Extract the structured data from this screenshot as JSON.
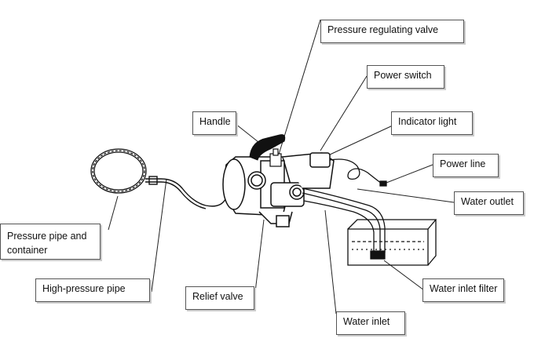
{
  "labels": {
    "pressure_regulating_valve": "Pressure regulating valve",
    "power_switch": "Power switch",
    "handle": "Handle",
    "indicator_light": "Indicator light",
    "power_line": "Power line",
    "water_outlet": "Water outlet",
    "pressure_pipe_container_1": "Pressure pipe and",
    "pressure_pipe_container_2": "container",
    "high_pressure_pipe": "High-pressure pipe",
    "relief_valve": "Relief valve",
    "water_inlet_filter": "Water inlet filter",
    "water_inlet": "Water inlet"
  }
}
